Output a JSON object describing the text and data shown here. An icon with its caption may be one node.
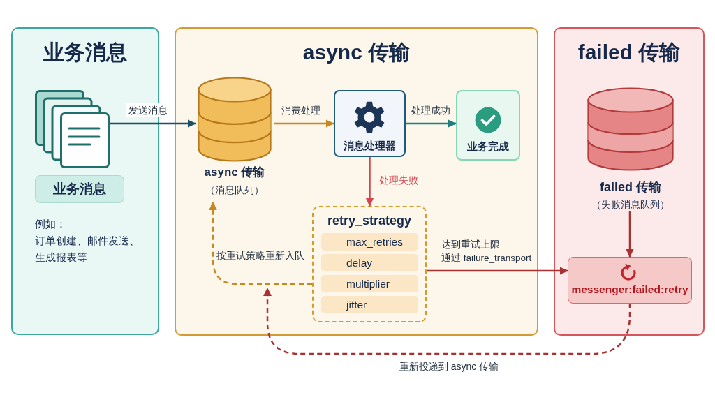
{
  "diagram": {
    "nodes": [
      {
        "text": [
          "业务消息",
          "例如：",
          "订单创建、邮件发送、生成报表等"
        ]
      },
      {
        "text": [],
        "shape": "picture",
        "in": 0
      },
      {
        "text": [
          "业务消息"
        ],
        "in": 0
      },
      {
        "text": [
          "async 传输"
        ]
      },
      {
        "text": [
          "async 传输",
          "（消息队列）"
        ],
        "in": 3
      },
      {
        "text": [
          "消息处理器"
        ],
        "in": 3
      },
      {
        "text": [
          "业务完成"
        ],
        "in": 3
      },
      {
        "text": [
          "retry_strategy"
        ],
        "in": 3
      },
      {
        "text": [
          "max_retries"
        ],
        "in": 7
      },
      {
        "text": [
          "delay"
        ],
        "in": 7
      },
      {
        "text": [
          "multiplier"
        ],
        "in": 7
      },
      {
        "text": [
          "jitter"
        ],
        "in": 7
      },
      {
        "text": [
          "failed 传输"
        ]
      },
      {
        "text": [
          "failed 传输",
          "（失败消息队列）"
        ],
        "in": 12
      },
      {
        "text": [
          "messenger:failed:retry"
        ],
        "in": 12
      }
    ],
    "edges": [
      {
        "from": 1,
        "to": 4,
        "arrow": "to",
        "label": "发送消息",
        "color": "#1d4e63"
      },
      {
        "from": 4,
        "to": 5,
        "arrow": "to",
        "label": "消费处理",
        "color": "#c8891c"
      },
      {
        "from": 5,
        "to": 6,
        "arrow": "to",
        "label": "处理成功",
        "color": "#1f7f80"
      },
      {
        "from": 5,
        "to": 7,
        "arrow": "to",
        "label": "处理失败",
        "color": "#d5454f"
      },
      {
        "from": 7,
        "to": 4,
        "arrow": "to",
        "label": "按重试策略重新入队",
        "style": "dashed",
        "color": "#c8891c"
      },
      {
        "from": 7,
        "to": 14,
        "arrow": "to",
        "label": "达到重试上限通过 failure_transport"
      },
      {
        "from": 13,
        "to": 14,
        "arrow": "to"
      },
      {
        "from": 14,
        "to": 4,
        "arrow": "to",
        "label": "重新投递到 async 传输",
        "style": "dashed"
      }
    ]
  }
}
